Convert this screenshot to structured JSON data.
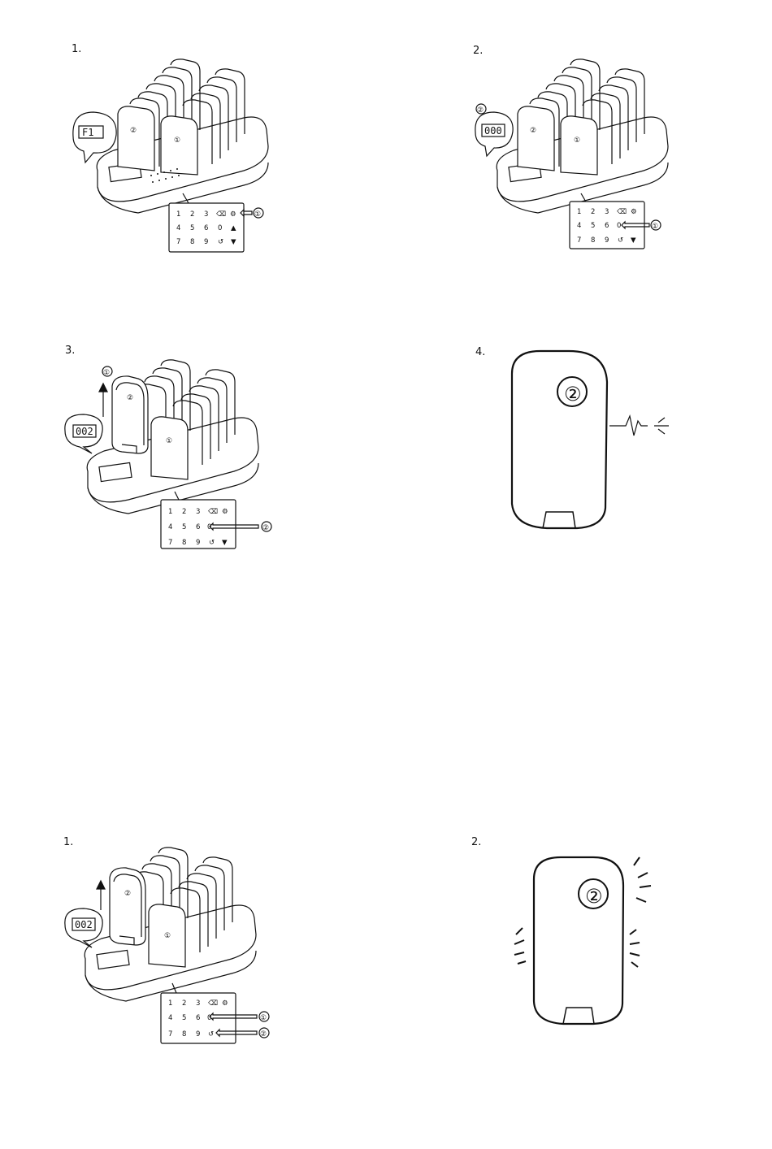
{
  "steps": [
    {
      "label": "1.",
      "display": "F1",
      "callouts": [
        "①"
      ],
      "keypad": [
        [
          "1",
          "2",
          "3",
          "⌫",
          "⚙"
        ],
        [
          "4",
          "5",
          "6",
          "0",
          "▲"
        ],
        [
          "7",
          "8",
          "9",
          "↺",
          "▼"
        ]
      ],
      "pagers": [
        "②",
        "①"
      ]
    },
    {
      "label": "2.",
      "display": "000",
      "callouts": [
        "②",
        "①"
      ],
      "keypad": [
        [
          "1",
          "2",
          "3",
          "⌫",
          "⚙"
        ],
        [
          "4",
          "5",
          "6",
          "0",
          "▲"
        ],
        [
          "7",
          "8",
          "9",
          "↺",
          "▼"
        ]
      ],
      "pagers": [
        "②",
        "①"
      ]
    },
    {
      "label": "3.",
      "display": "002",
      "callouts": [
        "①",
        "②"
      ],
      "keypad": [
        [
          "1",
          "2",
          "3",
          "⌫",
          "⚙"
        ],
        [
          "4",
          "5",
          "6",
          "0"
        ],
        [
          "7",
          "8",
          "9",
          "↺",
          "▼"
        ]
      ],
      "pagers": [
        "②",
        "①"
      ]
    },
    {
      "label": "4.",
      "pager": "②"
    },
    {
      "label": "1.",
      "display": "002",
      "callouts": [
        "①",
        "②"
      ],
      "keypad": [
        [
          "1",
          "2",
          "3",
          "⌫",
          "⚙"
        ],
        [
          "4",
          "5",
          "6",
          "0"
        ],
        [
          "7",
          "8",
          "9",
          "↺"
        ]
      ],
      "pagers": [
        "②",
        "①"
      ]
    },
    {
      "label": "2.",
      "pager": "②"
    }
  ],
  "icons": [
    "arrow-up-icon",
    "arrow-left-icon",
    "signal-icon",
    "vibration-icon"
  ]
}
